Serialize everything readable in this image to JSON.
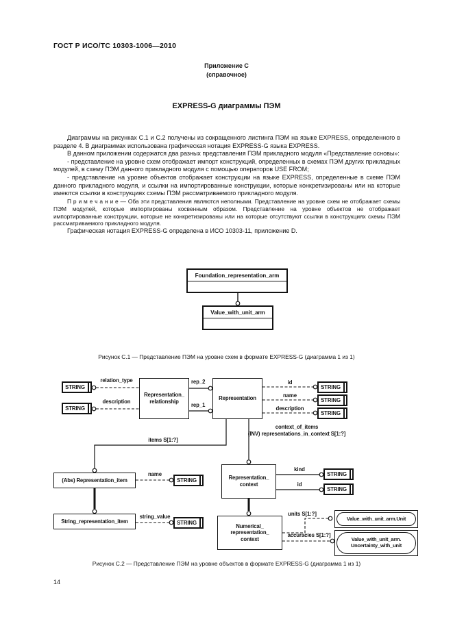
{
  "page": {
    "doc_number": "ГОСТ Р ИСО/ТС 10303-1006—2010",
    "annex_label": "Приложение С",
    "annex_note": "(справочное)",
    "section_title": "EXPRESS-G диаграммы ПЭМ",
    "page_number": "14"
  },
  "body": {
    "p1": "Диаграммы на рисунках С.1 и С.2 получены из сокращенного листинга ПЭМ на языке EXPRESS, определенного в разделе 4. В диаграммах использована графическая нотация EXPRESS-G языка EXPRESS.",
    "p2": "В данном приложении содержатся два разных представления ПЭМ прикладного модуля «Представление основы»:",
    "b1": "- представление на уровне схем отображает импорт конструкций, определенных в схемах ПЭМ других прикладных модулей, в схему ПЭМ данного прикладного модуля с помощью операторов USE FROM;",
    "b2": "- представление на уровне объектов отображает конструкции на языке EXPRESS, определенные в схеме ПЭМ данного прикладного модуля, и ссылки на импортированные конструкции, которые конкретизированы или на которые имеются ссылки в конструкциях схемы ПЭМ рассматриваемого прикладного модуля.",
    "note": "П р и м е ч а н и е — Оба эти представления являются неполными. Представление на уровне схем не отображает схемы ПЭМ модулей, которые импортированы косвенным образом. Представление на уровне объектов не отображает импортированные конструкции, которые не конкретизированы или на которые отсутствуют ссылки в конструкциях схемы ПЭМ рассматриваемого прикладного модуля.",
    "p3": "Графическая нотация EXPRESS-G определена в ИСО 10303-11, приложение D."
  },
  "figure_c1": {
    "caption": "Рисунок С.1 — Представление ПЭМ на уровне схем в формате EXPRESS-G (диаграмма 1 из 1)",
    "schema_top": "Foundation_representation_arm",
    "schema_bottom": "Value_with_unit_arm"
  },
  "figure_c2": {
    "caption": "Рисунок С.2 — Представление ПЭМ на уровне объектов в формате EXPRESS-G (диаграмма 1 из 1)",
    "string_type": "STRING",
    "entities": {
      "relationship_l1": "Representation_",
      "relationship_l2": "relationship",
      "representation": "Representation",
      "representation_item": "(Abs) Representation_item",
      "string_representation_item": "String_representation_item",
      "context_l1": "Representation_",
      "context_l2": "context",
      "numerical_l1": "Numerical_",
      "numerical_l2": "representation_",
      "numerical_l3": "context"
    },
    "refs": {
      "unit": "Value_with_unit_arm.Unit",
      "uncertainty_l1": "Value_with_unit_arm.",
      "uncertainty_l2": "Uncertainty_with_unit"
    },
    "attrs": {
      "relation_type": "relation_type",
      "description_left": "description",
      "rep_2": "rep_2",
      "rep_1": "rep_1",
      "id": "id",
      "name": "name",
      "description_right": "description",
      "items": "items S[1:?]",
      "context_of_items_l1": "context_of_items",
      "context_of_items_l2": "(INV) representations_in_context S[1:?]",
      "kind": "kind",
      "ctx_id": "id",
      "item_name": "name",
      "string_value": "string_value",
      "units": "units S[1:?]",
      "accuracies": "accuracies S[1:?]"
    }
  }
}
